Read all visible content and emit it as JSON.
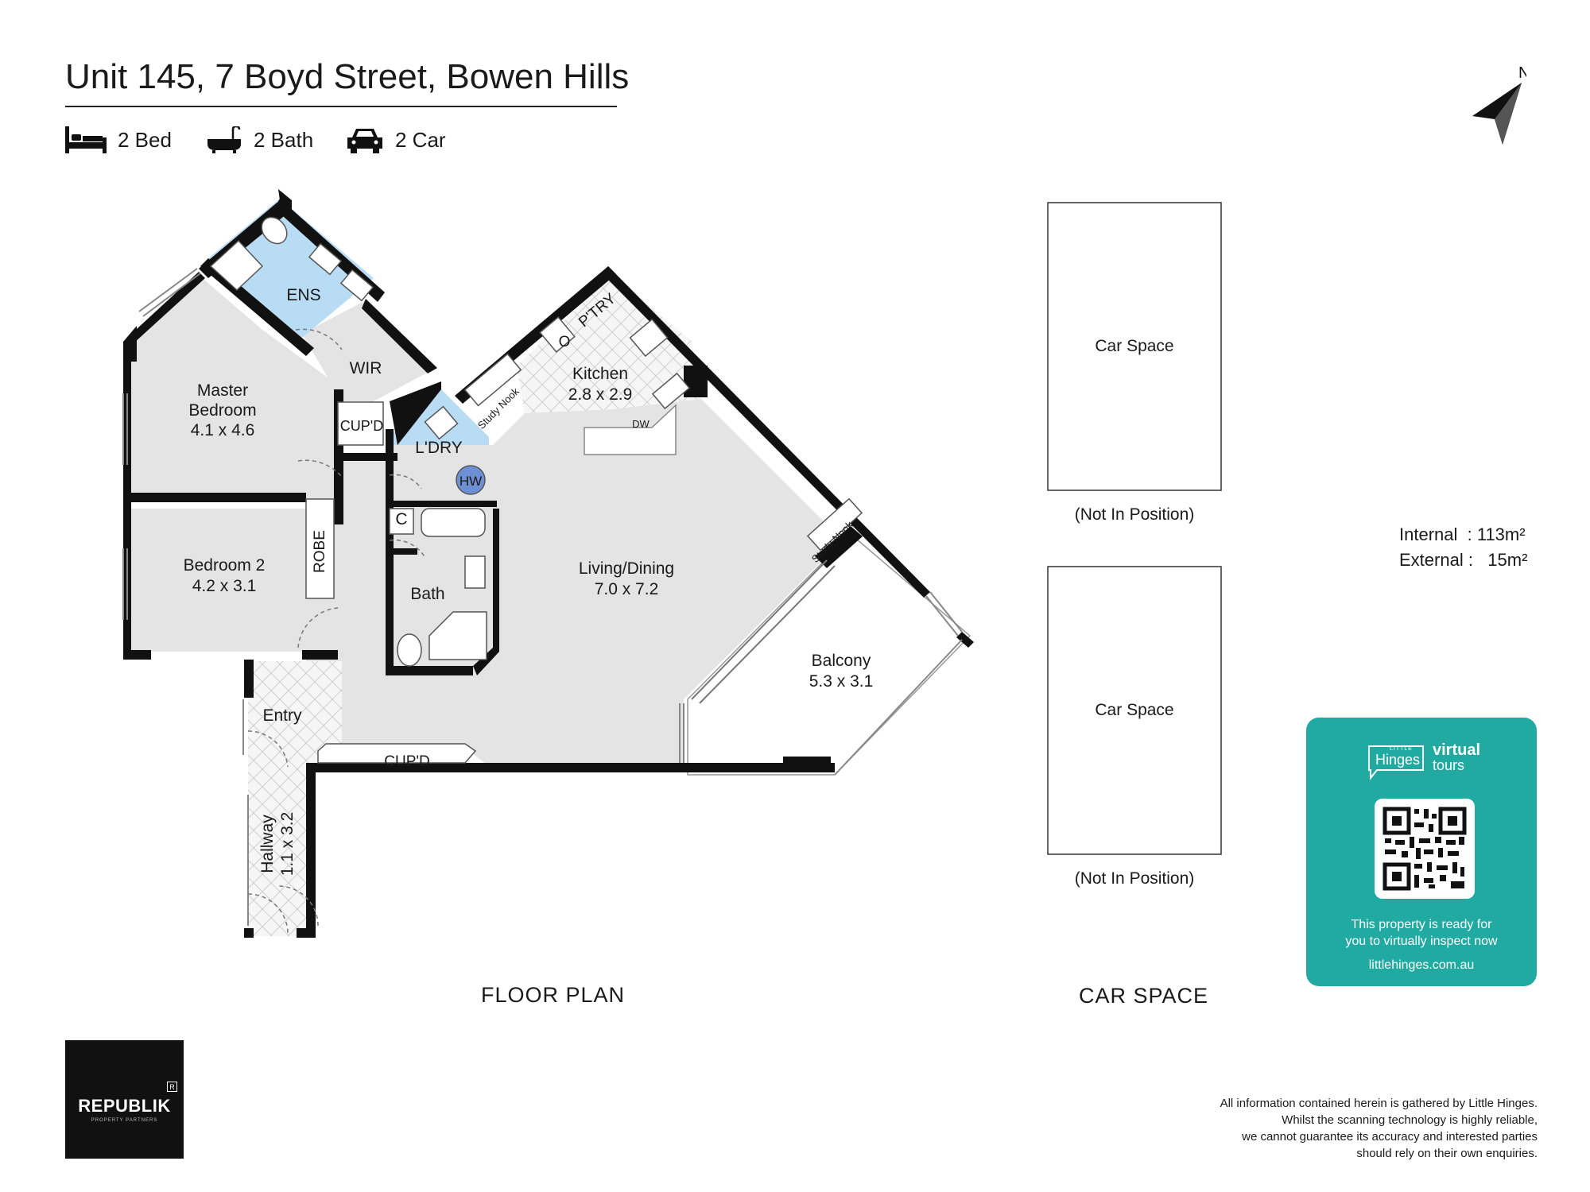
{
  "header": {
    "title": "Unit 145, 7 Boyd Street, Bowen Hills",
    "features": [
      {
        "icon": "bed-icon",
        "label": "2 Bed"
      },
      {
        "icon": "bath-icon",
        "label": "2 Bath"
      },
      {
        "icon": "car-icon",
        "label": "2 Car"
      }
    ],
    "compass_label": "N"
  },
  "floor_plan": {
    "section_label": "FLOOR PLAN",
    "rooms": {
      "ens": "ENS",
      "wir": "WIR",
      "master_name_1": "Master",
      "master_name_2": "Bedroom",
      "master_dims": "4.1 x 4.6",
      "cupd_1": "CUP'D",
      "ldry": "L'DRY",
      "hw": "HW",
      "c": "C",
      "bath": "Bath",
      "bed2_name": "Bedroom 2",
      "bed2_dims": "4.2 x 3.1",
      "robe": "ROBE",
      "kitchen_name": "Kitchen",
      "kitchen_dims": "2.8 x 2.9",
      "pantry": "P'TRY",
      "oven": "O",
      "dw": "DW",
      "study_nook_1": "Study Nook",
      "study_nook_2": "Study Nook",
      "living_name": "Living/Dining",
      "living_dims": "7.0 x 7.2",
      "balcony_name": "Balcony",
      "balcony_dims": "5.3 x 3.1",
      "entry": "Entry",
      "cupd_2": "CUP'D",
      "hallway_name": "Hallway",
      "hallway_dims": "1.1 x 3.2"
    }
  },
  "car_space": {
    "section_label": "CAR SPACE",
    "spaces": [
      {
        "label": "Car Space",
        "note": "(Not In Position)"
      },
      {
        "label": "Car Space",
        "note": "(Not In Position)"
      }
    ]
  },
  "area": {
    "internal_label": "Internal",
    "internal_value": "113m²",
    "external_label": "External",
    "external_value": "15m²"
  },
  "virtual_tour": {
    "brand_small": "LITTLE",
    "brand": "Hinges",
    "tag_1": "virtual",
    "tag_2": "tours",
    "line_1": "This property is ready for",
    "line_2": "you to virtually inspect now",
    "url": "littlehinges.com.au",
    "bg_color": "#20aaa1"
  },
  "agency": {
    "name": "REPUBLIK",
    "sub": "PROPERTY PARTNERS",
    "mark": "R"
  },
  "disclaimer": [
    "All information contained herein is gathered by Little Hinges.",
    "Whilst the scanning technology is highly reliable,",
    "we cannot guarantee its accuracy and interested parties",
    "should rely on their own enquiries."
  ]
}
